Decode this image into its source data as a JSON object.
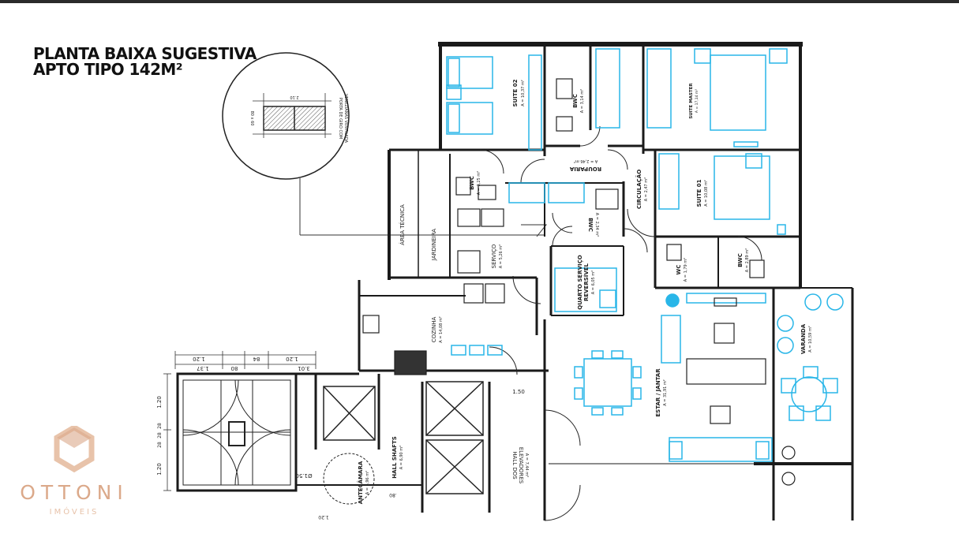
{
  "title": {
    "line1": "PLANTA BAIXA SUGESTIVA",
    "line2": "APTO TIPO 142M²"
  },
  "callout": {
    "dimension": "2.10",
    "side_dimension": "80 x 60",
    "note_line1": "PORTA DE GIRO COM",
    "note_line2": "VENEZIANAS VENTILADA"
  },
  "rooms": {
    "suite02": {
      "name": "SUITE 02",
      "area": "A = 10,37 m²"
    },
    "bwc_top": {
      "name": "BWC",
      "area": "A = 3,14 m²"
    },
    "suite_master": {
      "name": "SUITE MASTER",
      "area": "A = 17,14 m²"
    },
    "bwc_left": {
      "name": "BWC",
      "area": "A = 3,25 m²"
    },
    "rouparia": {
      "name": "ROUPARIA",
      "area": "A = 2,46 m²"
    },
    "circulacao": {
      "name": "CIRCULAÇÃO",
      "area": "A = 2,47 m²"
    },
    "suite01": {
      "name": "SUITE 01",
      "area": "A = 10,08 m²"
    },
    "area_tecnica": {
      "name": "ÁREA TÉCNICA"
    },
    "jardineira": {
      "name": "JARDINEIRA"
    },
    "bwc_mid": {
      "name": "BWC",
      "area": "A = 2,34 m²"
    },
    "servico": {
      "name": "SERVIÇO",
      "area": "A = 5,26 m²"
    },
    "quarto_servico": {
      "name1": "QUARTO SERVIÇO",
      "name2": "REVERSÍVEL",
      "area": "A = 6,05 m²"
    },
    "wc": {
      "name": "WC",
      "area": "A = 1,79 m²"
    },
    "bwc_right": {
      "name": "BWC",
      "area": "A = 2,89 m²"
    },
    "cozinha": {
      "name": "COZINHA",
      "area": "A = 14,08 m²"
    },
    "estar_jantar": {
      "name": "ESTAR / JANTAR",
      "area": "A = 31,91 m²"
    },
    "varanda": {
      "name": "VARANDA",
      "area": "A = 10,59 m²"
    },
    "hall_shafts": {
      "name": "HALL SHAFTS",
      "area": "A = 6,90 m²"
    },
    "hall_elevadores": {
      "name1": "HALL DOS",
      "name2": "ELEVADORES",
      "area": "A = 7,44 m²"
    },
    "antecamara": {
      "name": "ANTECÂMARA",
      "area": "A = 5,96 m²"
    }
  },
  "dimensions": {
    "d1": "1.20",
    "d2": "1.20",
    "d3": "84",
    "d4": "1.37",
    "d5": "80",
    "d6": "3.01",
    "d7": "1.20",
    "d8": "28",
    "d9": "28",
    "d10": "28",
    "d11": "1.20",
    "d12": "1.50",
    "d13": "Ø1.50",
    "d14": ".80",
    "d15": "1.20"
  },
  "logo": {
    "name": "OTTONI",
    "sub": "IMÓVEIS",
    "color": "#dba98a"
  },
  "colors": {
    "furniture": "#29b6e8",
    "walls": "#1a1a1a",
    "background": "#ffffff"
  }
}
